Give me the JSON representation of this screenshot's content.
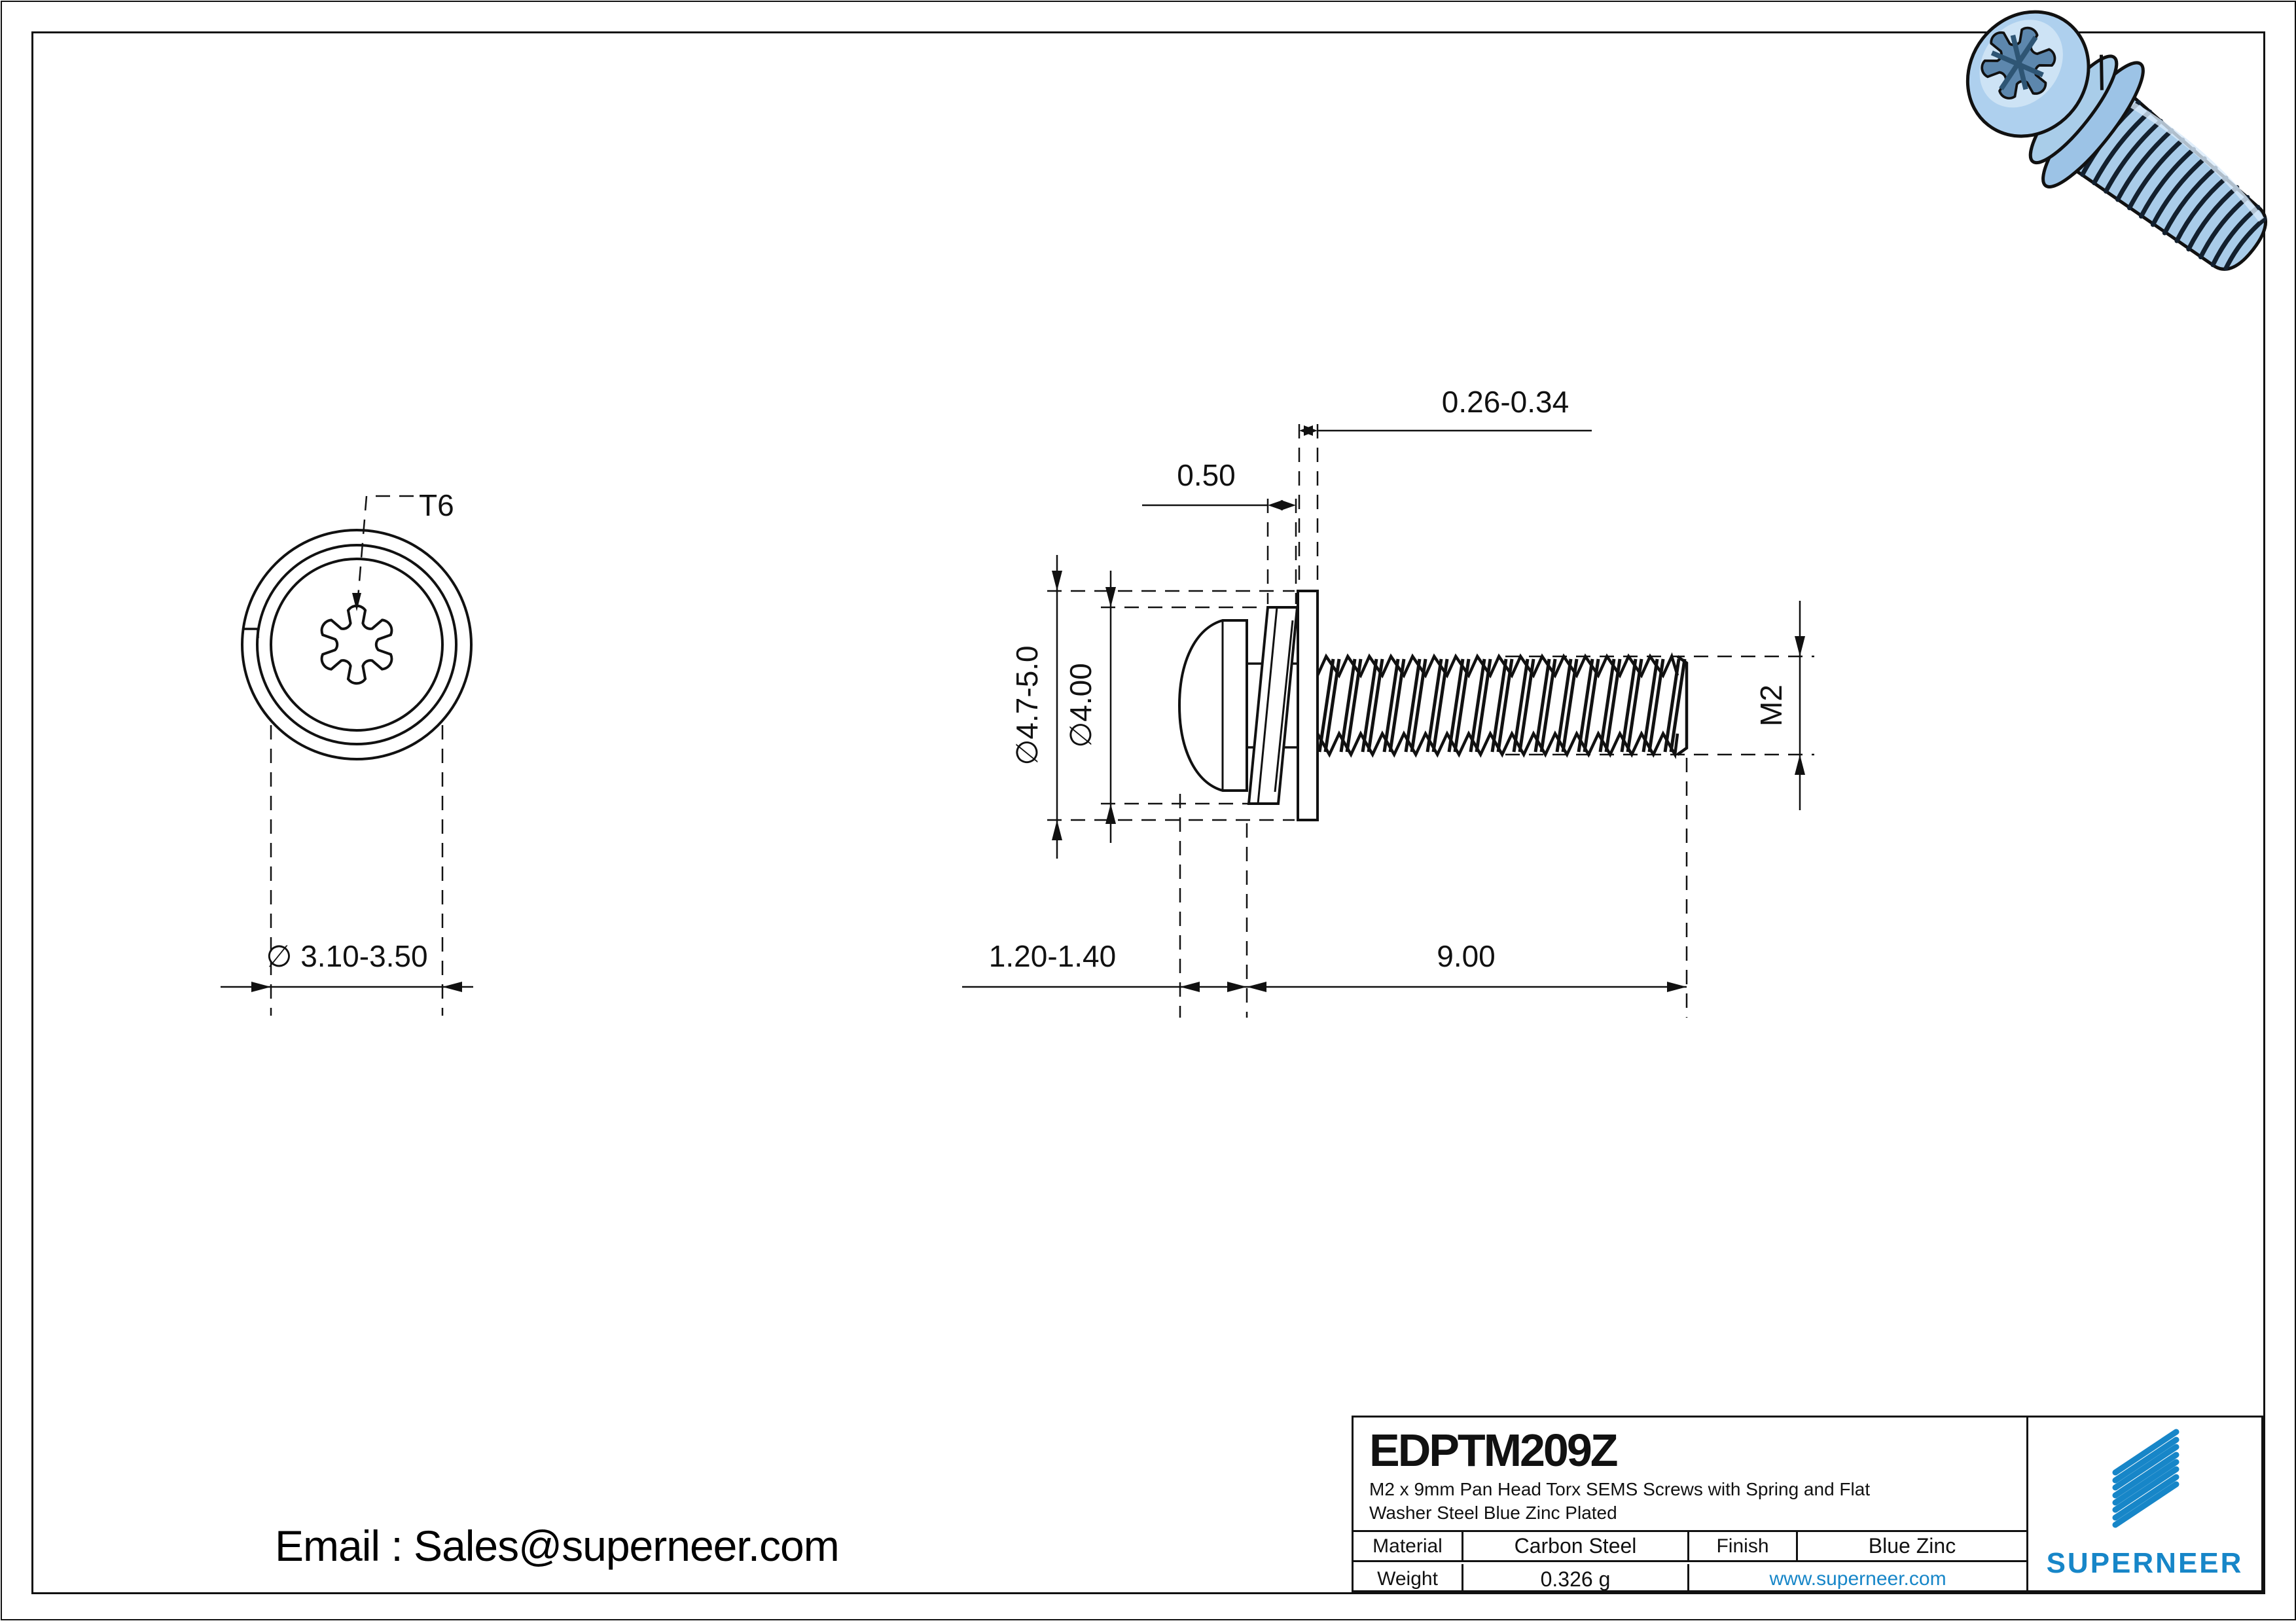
{
  "page": {
    "email": "Email : Sales@superneer.com"
  },
  "front_view": {
    "torx_label": "T6",
    "head_top_diameter": "∅ 3.10-3.50"
  },
  "side_view": {
    "spring_washer_thickness": "0.50",
    "flat_washer_thickness": "0.26-0.34",
    "flat_washer_od": "∅4.7-5.0",
    "head_od": "∅4.00",
    "thread_spec": "M2",
    "head_height": "1.20-1.40",
    "thread_length": "9.00"
  },
  "title_block": {
    "part_number": "EDPTM209Z",
    "description_line1": "M2 x 9mm Pan Head Torx SEMS Screws with Spring and Flat",
    "description_line2": "Washer Steel Blue Zinc Plated",
    "material_label": "Material",
    "material_value": "Carbon Steel",
    "finish_label": "Finish",
    "finish_value": "Blue Zinc",
    "weight_label": "Weight",
    "weight_value": "0.326 g",
    "website": "www.superneer.com",
    "brand": "SUPERNEER"
  },
  "colors": {
    "accent_blue": "#1786c8",
    "screw_body": "#a9cce9",
    "screw_light": "#cde3f5",
    "screw_dark": "#7da7cb",
    "line_black": "#111111"
  }
}
